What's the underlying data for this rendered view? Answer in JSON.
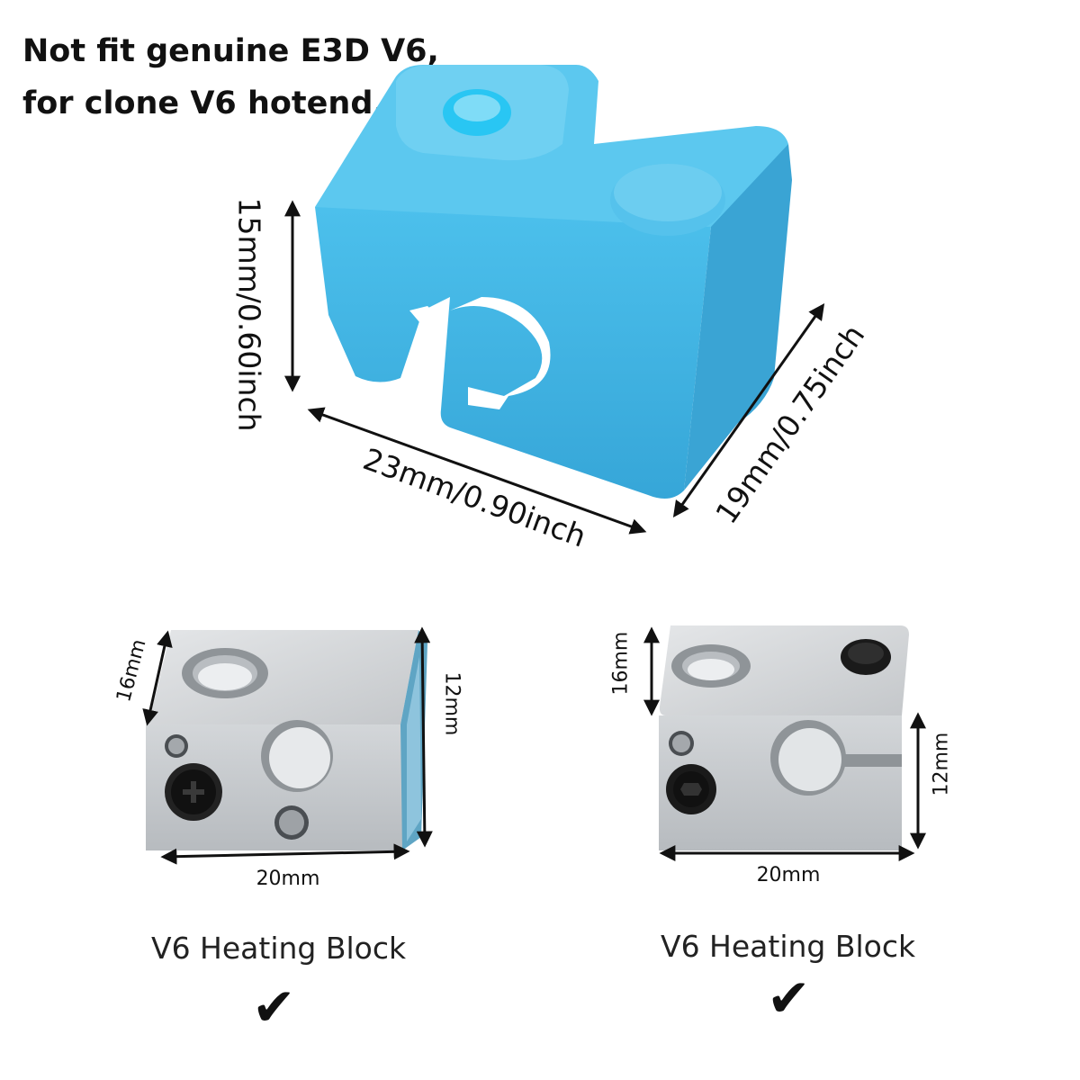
{
  "headline": {
    "line1": "Not fit genuine E3D V6,",
    "line2": "for clone V6 hotend."
  },
  "sock": {
    "color": "#3fb3e3",
    "height_label": "15mm/0.60inch",
    "width_label": "23mm/0.90inch",
    "depth_label": "19mm/0.75inch"
  },
  "block_left": {
    "depth_label": "16mm",
    "height_label": "12mm",
    "width_label": "20mm",
    "caption": "V6 Heating Block",
    "check_glyph": "✔"
  },
  "block_right": {
    "depth_label": "16mm",
    "height_label": "12mm",
    "width_label": "20mm",
    "caption": "V6 Heating Block",
    "check_glyph": "✔"
  },
  "colors": {
    "aluminum": "#c9cccf",
    "aluminum_dark": "#a9adb1",
    "screw": "#1a1a1a"
  }
}
